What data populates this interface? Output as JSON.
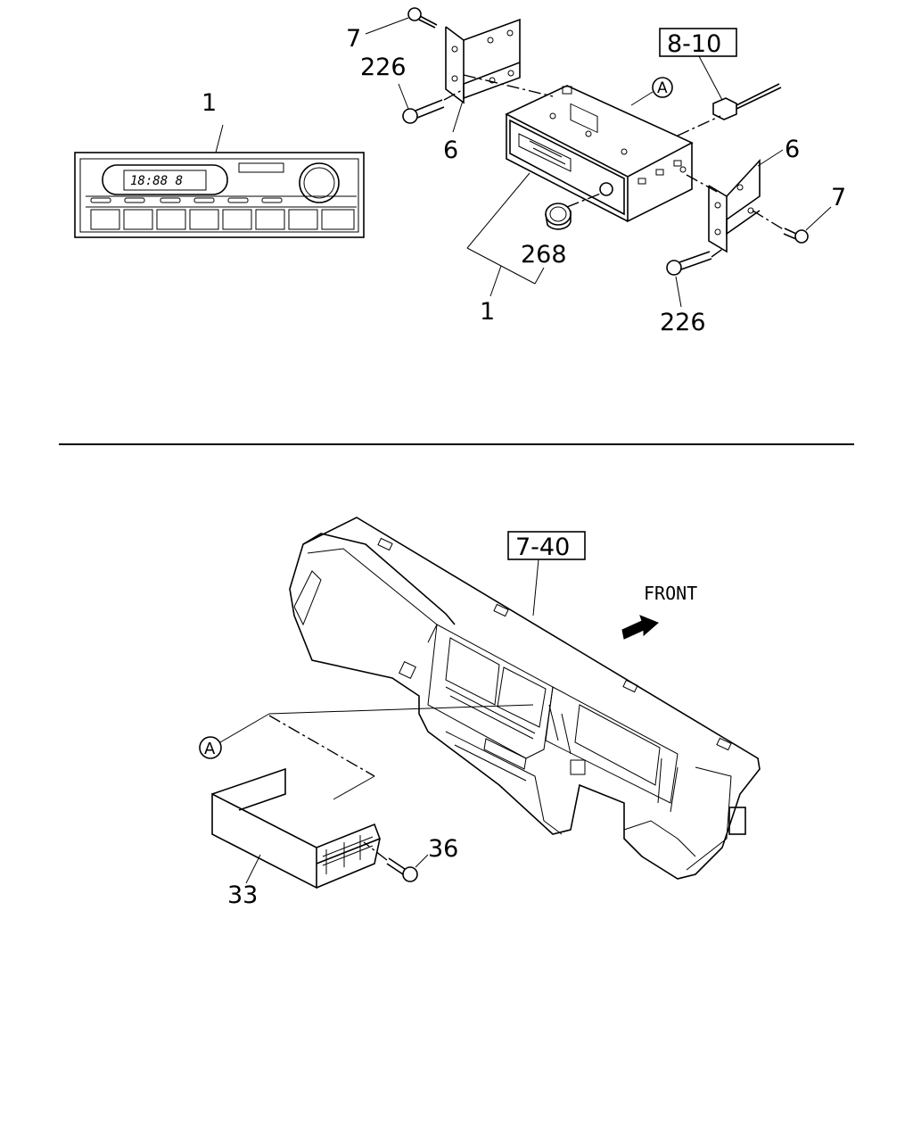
{
  "top_section": {
    "radio_face_display": "18:88  8",
    "callouts": {
      "radio_front": "1",
      "screw_7_top": "7",
      "screw_226_top": "226",
      "bracket_6_left": "6",
      "ref_8_10": "8-10",
      "marker_a": "A",
      "bracket_6_right": "6",
      "screw_7_right": "7",
      "knob_268": "268",
      "radio_unit_1": "1",
      "screw_226_bottom": "226"
    }
  },
  "bottom_section": {
    "ref_7_40": "7-40",
    "front_label": "FRONT",
    "callouts": {
      "marker_a": "A",
      "pocket_33": "33",
      "screw_36": "36"
    }
  }
}
